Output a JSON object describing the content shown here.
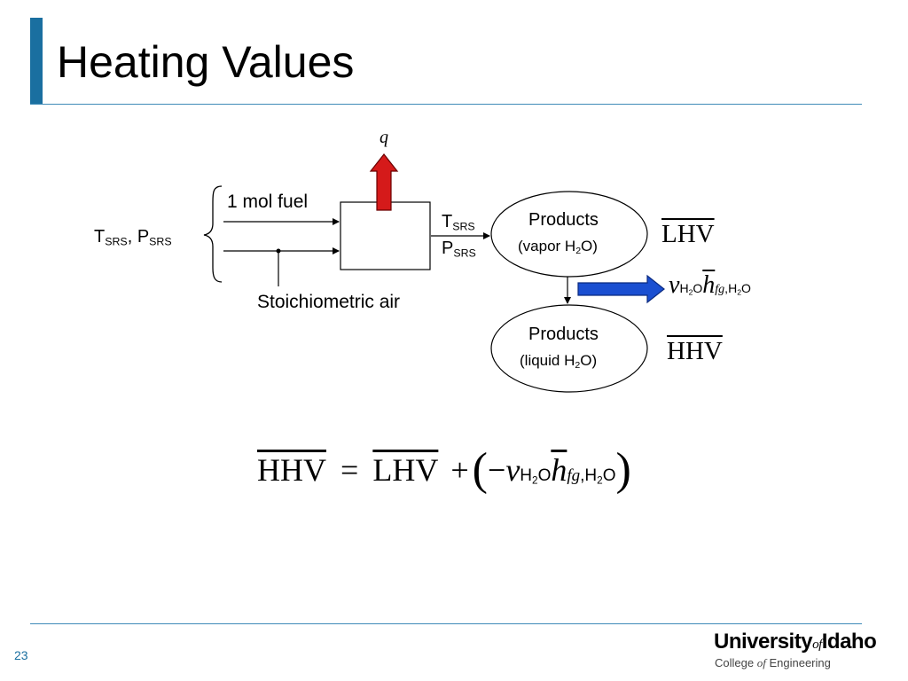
{
  "slide": {
    "title": "Heating Values",
    "page_number": "23",
    "accent_color": "#1a6fa0"
  },
  "diagram": {
    "heat_label": "q",
    "inlet_state": {
      "T": "T",
      "P": "P",
      "sub": "SRS"
    },
    "fuel_label": "1 mol fuel",
    "air_label": "Stoichiometric air",
    "outlet_state": {
      "T": "T",
      "P": "P",
      "sub": "SRS"
    },
    "products_vapor": {
      "title": "Products",
      "note_pre": "(vapor H",
      "note_sub": "2",
      "note_post": "O)"
    },
    "products_liquid": {
      "title": "Products",
      "note_pre": "(liquid H",
      "note_sub": "2",
      "note_post": "O)"
    },
    "lhv": "LHV",
    "hhv": "HHV",
    "latent": {
      "nu": "ν",
      "h2o_pre": "H",
      "h2o_sub": "2",
      "h2o_post": "O",
      "h": "h",
      "fg": "fg"
    }
  },
  "equation": {
    "lhs": "HHV",
    "eq": "=",
    "rhs1": "LHV",
    "plus": "+",
    "minus": "−"
  },
  "logo": {
    "university": "University",
    "of": "of",
    "idaho": "Idaho",
    "college": "College",
    "of2": "of",
    "engineering": "Engineering"
  }
}
